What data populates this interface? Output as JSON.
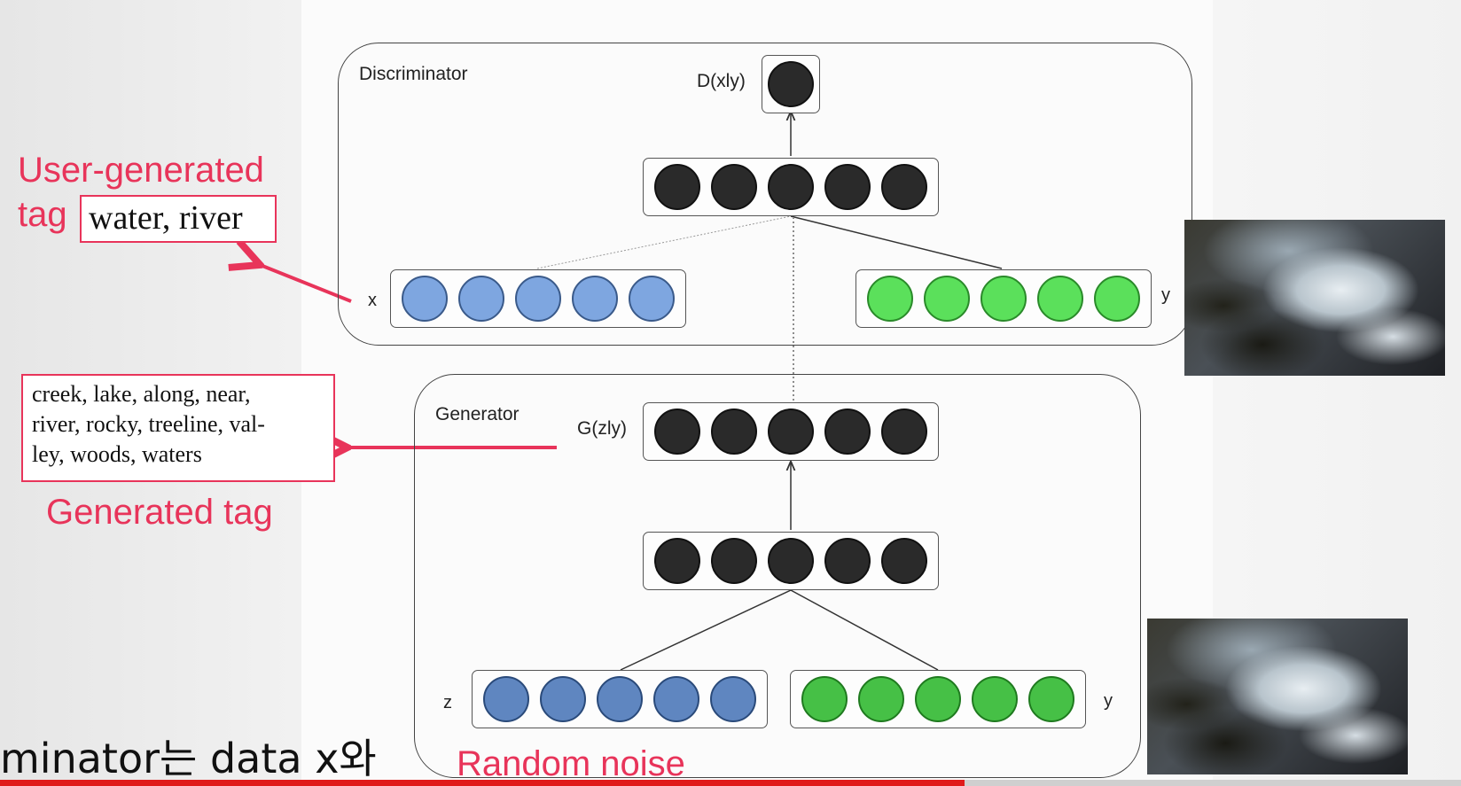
{
  "diagram": {
    "discriminator": {
      "title": "Discriminator",
      "output_label": "D(xly)",
      "x_label": "x",
      "y_label": "y"
    },
    "generator": {
      "title": "Generator",
      "output_label": "G(zly)",
      "z_label": "z",
      "y_label": "y"
    }
  },
  "annotations": {
    "user_tag_title_line1": "User-generated",
    "user_tag_title_line2": "tag",
    "user_tag_example": "water, river",
    "generated_tag_text_line1": "creek,  lake,  along,  near,",
    "generated_tag_text_line2": "river,  rocky,  treeline,  val-",
    "generated_tag_text_line3": "ley, woods, waters",
    "generated_tag_label": "Generated tag",
    "random_noise_label": "Random noise"
  },
  "subtitle": "minator는 data x와",
  "video_progress_percent": 66,
  "colors": {
    "accent_red": "#e8345a",
    "node_black": "#2a2a2a",
    "node_blue": "#7ea6e0",
    "node_green": "#5be05b"
  }
}
